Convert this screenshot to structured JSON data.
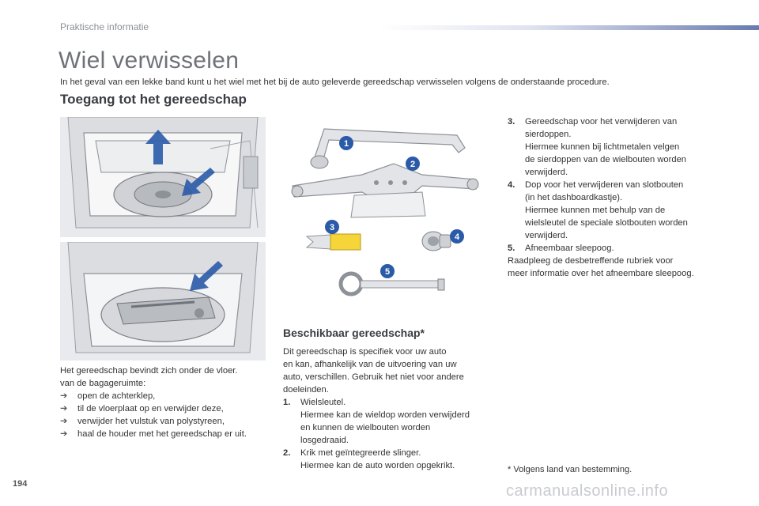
{
  "header": {
    "section": "Praktische informatie"
  },
  "title": "Wiel verwisselen",
  "intro": "In het geval van een lekke band kunt u het wiel met het bij de auto geleverde gereedschap verwisselen volgens de onderstaande procedure.",
  "access": {
    "heading": "Toegang tot het gereedschap",
    "lead_1": "Het gereedschap bevindt zich onder de vloer.",
    "lead_2": "van de bagageruimte:",
    "steps": [
      "open de achterklep,",
      "til de vloerplaat op en verwijder deze,",
      "verwijder het vulstuk van polystyreen,",
      "haal de houder met het gereedschap er uit."
    ]
  },
  "tools": {
    "heading": "Beschikbaar gereedschap*",
    "lead": [
      "Dit gereedschap is specifiek voor uw auto",
      "en kan, afhankelijk van de uitvoering van uw",
      "auto, verschillen. Gebruik het niet voor andere",
      "doeleinden."
    ],
    "callouts": [
      "1",
      "2",
      "3",
      "4",
      "5"
    ],
    "items": [
      {
        "num": "1.",
        "lines": [
          "Wielsleutel.",
          "Hiermee kan de wieldop worden verwijderd",
          "en kunnen de wielbouten worden",
          "losgedraaid."
        ]
      },
      {
        "num": "2.",
        "lines": [
          "Krik met geïntegreerde slinger.",
          "Hiermee kan de auto worden opgekrikt."
        ]
      },
      {
        "num": "3.",
        "lines": [
          "Gereedschap voor het verwijderen van",
          "sierdoppen.",
          "Hiermee kunnen bij lichtmetalen velgen",
          "de sierdoppen van de wielbouten worden",
          "verwijderd."
        ]
      },
      {
        "num": "4.",
        "lines": [
          "Dop voor het verwijderen van slotbouten",
          "(in het dashboardkastje).",
          "Hiermee kunnen met behulp van de",
          "wielsleutel de speciale slotbouten worden",
          "verwijderd."
        ]
      },
      {
        "num": "5.",
        "lines": [
          "Afneembaar sleepoog."
        ]
      }
    ],
    "refer": [
      "Raadpleeg de desbetreffende rubriek voor",
      "meer informatie over het afneembare sleepoog."
    ]
  },
  "footnote": "* Volgens land van bestemming.",
  "page_number": "194",
  "watermark": "carmanualsonline.info",
  "colors": {
    "callout": "#2a5aa8",
    "tool_fill": "#e3e4e7",
    "tool_stroke": "#8d9198",
    "highlight_yellow": "#f5d53a"
  }
}
